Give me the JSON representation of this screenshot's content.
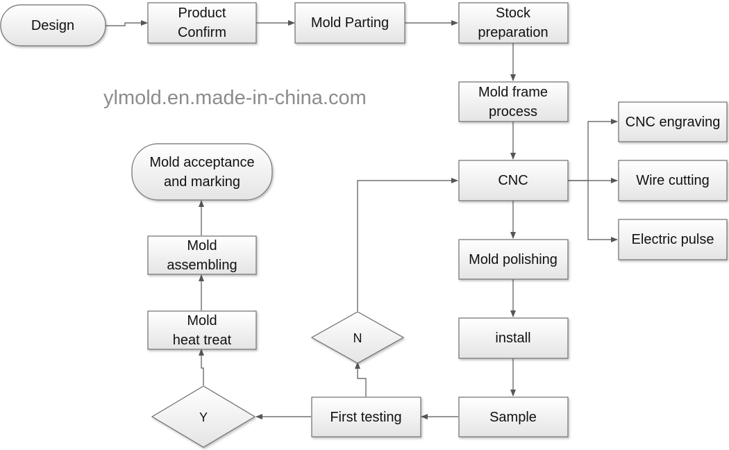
{
  "watermark": "ylmold.en.made-in-china.com",
  "nodes": {
    "design": [
      "Design"
    ],
    "product_confirm": [
      "Product",
      "Confirm"
    ],
    "mold_parting": [
      "Mold Parting"
    ],
    "stock_preparation": [
      "Stock",
      "preparation"
    ],
    "mold_frame_process": [
      "Mold frame",
      "process"
    ],
    "cnc": [
      "CNC"
    ],
    "cnc_engraving": [
      "CNC engraving"
    ],
    "wire_cutting": [
      "Wire cutting"
    ],
    "electric_pulse": [
      "Electric pulse"
    ],
    "mold_polishing": [
      "Mold polishing"
    ],
    "install": [
      "install"
    ],
    "sample": [
      "Sample"
    ],
    "first_testing": [
      "First testing"
    ],
    "decision_n": [
      "N"
    ],
    "decision_y": [
      "Y"
    ],
    "mold_heat_treat": [
      "Mold",
      "heat treat"
    ],
    "mold_assembling": [
      "Mold",
      "assembling"
    ],
    "mold_acceptance": [
      "Mold acceptance",
      "and marking"
    ]
  },
  "edges": [
    [
      "design",
      "product_confirm"
    ],
    [
      "product_confirm",
      "mold_parting"
    ],
    [
      "mold_parting",
      "stock_preparation"
    ],
    [
      "stock_preparation",
      "mold_frame_process"
    ],
    [
      "mold_frame_process",
      "cnc"
    ],
    [
      "cnc",
      "cnc_engraving"
    ],
    [
      "cnc",
      "wire_cutting"
    ],
    [
      "cnc",
      "electric_pulse"
    ],
    [
      "cnc",
      "mold_polishing"
    ],
    [
      "mold_polishing",
      "install"
    ],
    [
      "install",
      "sample"
    ],
    [
      "sample",
      "first_testing"
    ],
    [
      "first_testing",
      "decision_n"
    ],
    [
      "decision_n",
      "cnc"
    ],
    [
      "first_testing",
      "decision_y"
    ],
    [
      "decision_y",
      "mold_heat_treat"
    ],
    [
      "mold_heat_treat",
      "mold_assembling"
    ],
    [
      "mold_assembling",
      "mold_acceptance"
    ]
  ]
}
